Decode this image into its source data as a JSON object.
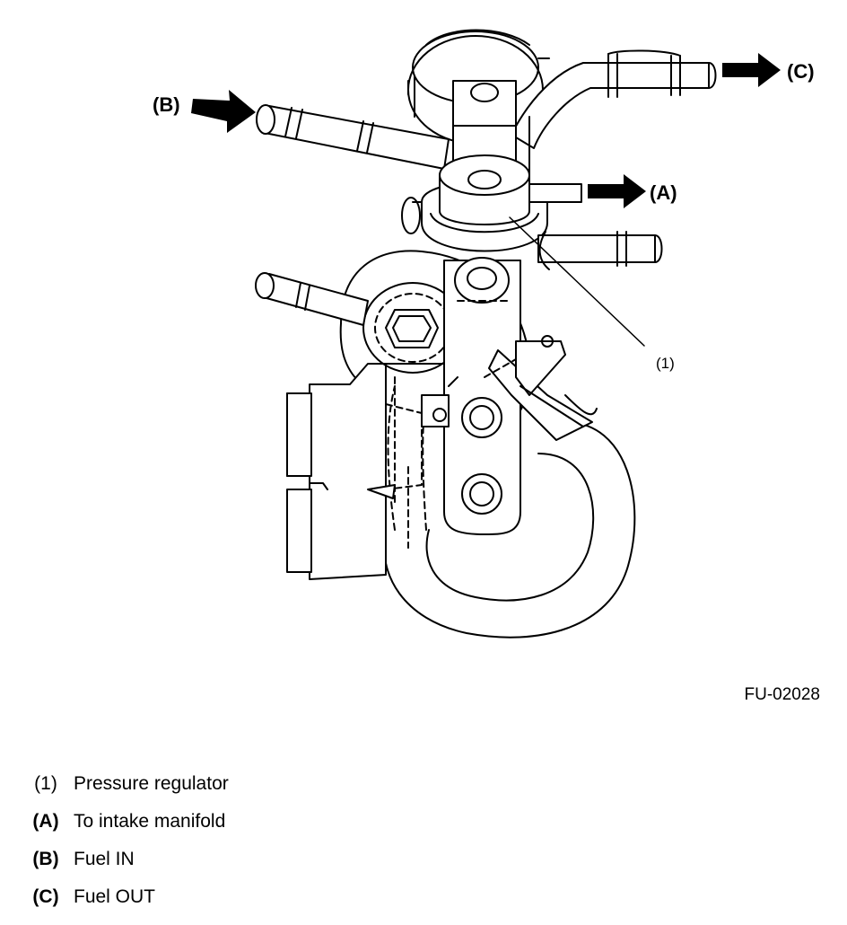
{
  "callouts": {
    "a": "(A)",
    "b": "(B)",
    "c": "(C)",
    "one": "(1)"
  },
  "figure_code": "FU-02028",
  "legend": [
    {
      "key": "(1)",
      "text": "Pressure regulator",
      "bold": false
    },
    {
      "key": "(A)",
      "text": "To intake manifold",
      "bold": true
    },
    {
      "key": "(B)",
      "text": "Fuel IN",
      "bold": true
    },
    {
      "key": "(C)",
      "text": "Fuel OUT",
      "bold": true
    }
  ]
}
